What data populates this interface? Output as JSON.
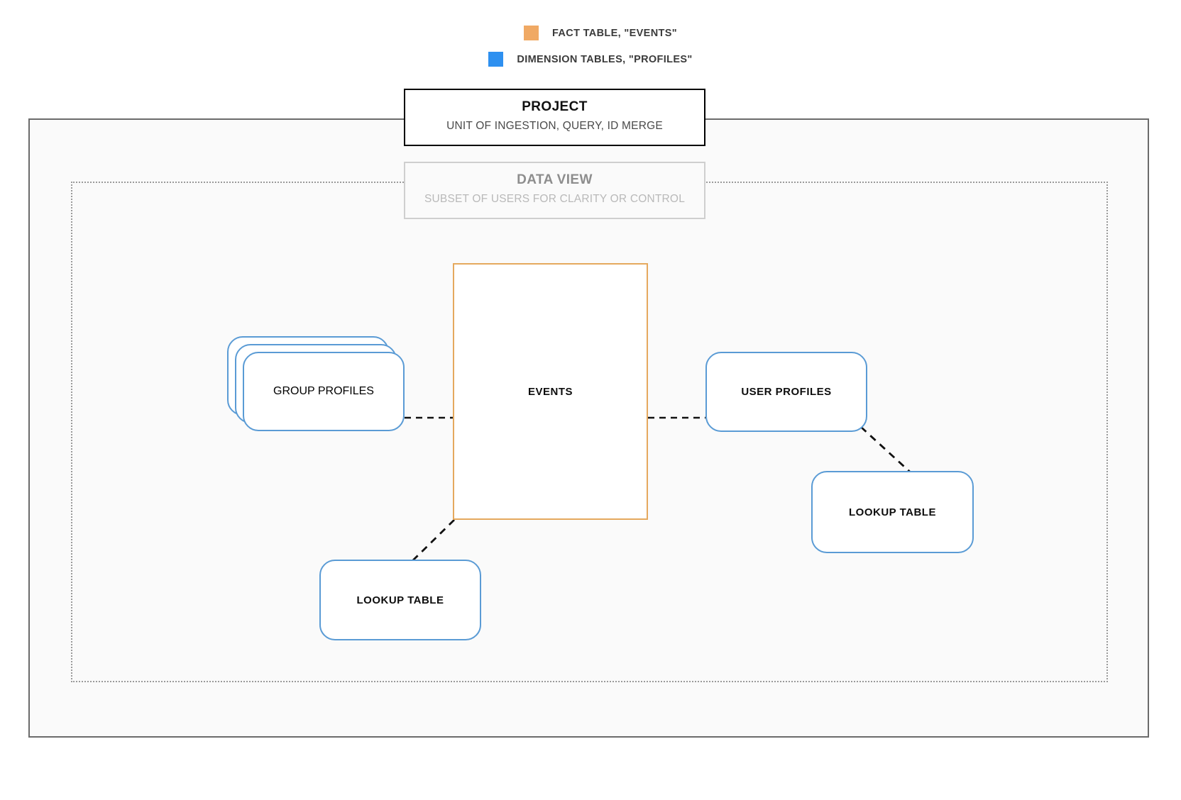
{
  "legend": {
    "items": [
      {
        "id": "fact-table",
        "label": "FACT TABLE, \"EVENTS\"",
        "color": "#f0a964",
        "swatch_icon": "orange-square-icon"
      },
      {
        "id": "dimension-tables",
        "label": "DIMENSION TABLES, \"PROFILES\"",
        "color": "#2e90f0",
        "swatch_icon": "blue-square-icon"
      }
    ]
  },
  "header_cards": {
    "project": {
      "title": "PROJECT",
      "subtitle": "UNIT OF INGESTION, QUERY, ID MERGE",
      "border_color": "#000000"
    },
    "data_view": {
      "title": "DATA VIEW",
      "subtitle": "SUBSET OF USERS FOR CLARITY OR CONTROL",
      "border_color": "#cfcfcf"
    }
  },
  "nodes": {
    "events": {
      "label": "EVENTS",
      "type": "fact-table",
      "border_color": "#e5a95e"
    },
    "group_profiles": {
      "label": "GROUP PROFILES",
      "type": "dimension-table",
      "border_color": "#5a9bd5",
      "stack_count": 3
    },
    "user_profiles": {
      "label": "USER PROFILES",
      "type": "dimension-table",
      "border_color": "#5a9bd5"
    },
    "lookup_table_left": {
      "label": "LOOKUP TABLE",
      "type": "dimension-table",
      "border_color": "#5a9bd5"
    },
    "lookup_table_right": {
      "label": "LOOKUP TABLE",
      "type": "dimension-table",
      "border_color": "#5a9bd5"
    }
  },
  "connectors": [
    {
      "id": "group-profiles-to-events",
      "style": "dashed",
      "color": "#111111"
    },
    {
      "id": "events-to-user-profiles",
      "style": "dashed",
      "color": "#111111"
    },
    {
      "id": "user-profiles-to-lookup-right",
      "style": "dashed",
      "color": "#111111"
    },
    {
      "id": "events-to-lookup-left",
      "style": "dashed",
      "color": "#111111"
    }
  ],
  "frames": {
    "project_boundary": {
      "style": "solid",
      "color": "#6b6b6b"
    },
    "data_view_boundary": {
      "style": "dotted",
      "color": "#9a9a9a"
    }
  }
}
